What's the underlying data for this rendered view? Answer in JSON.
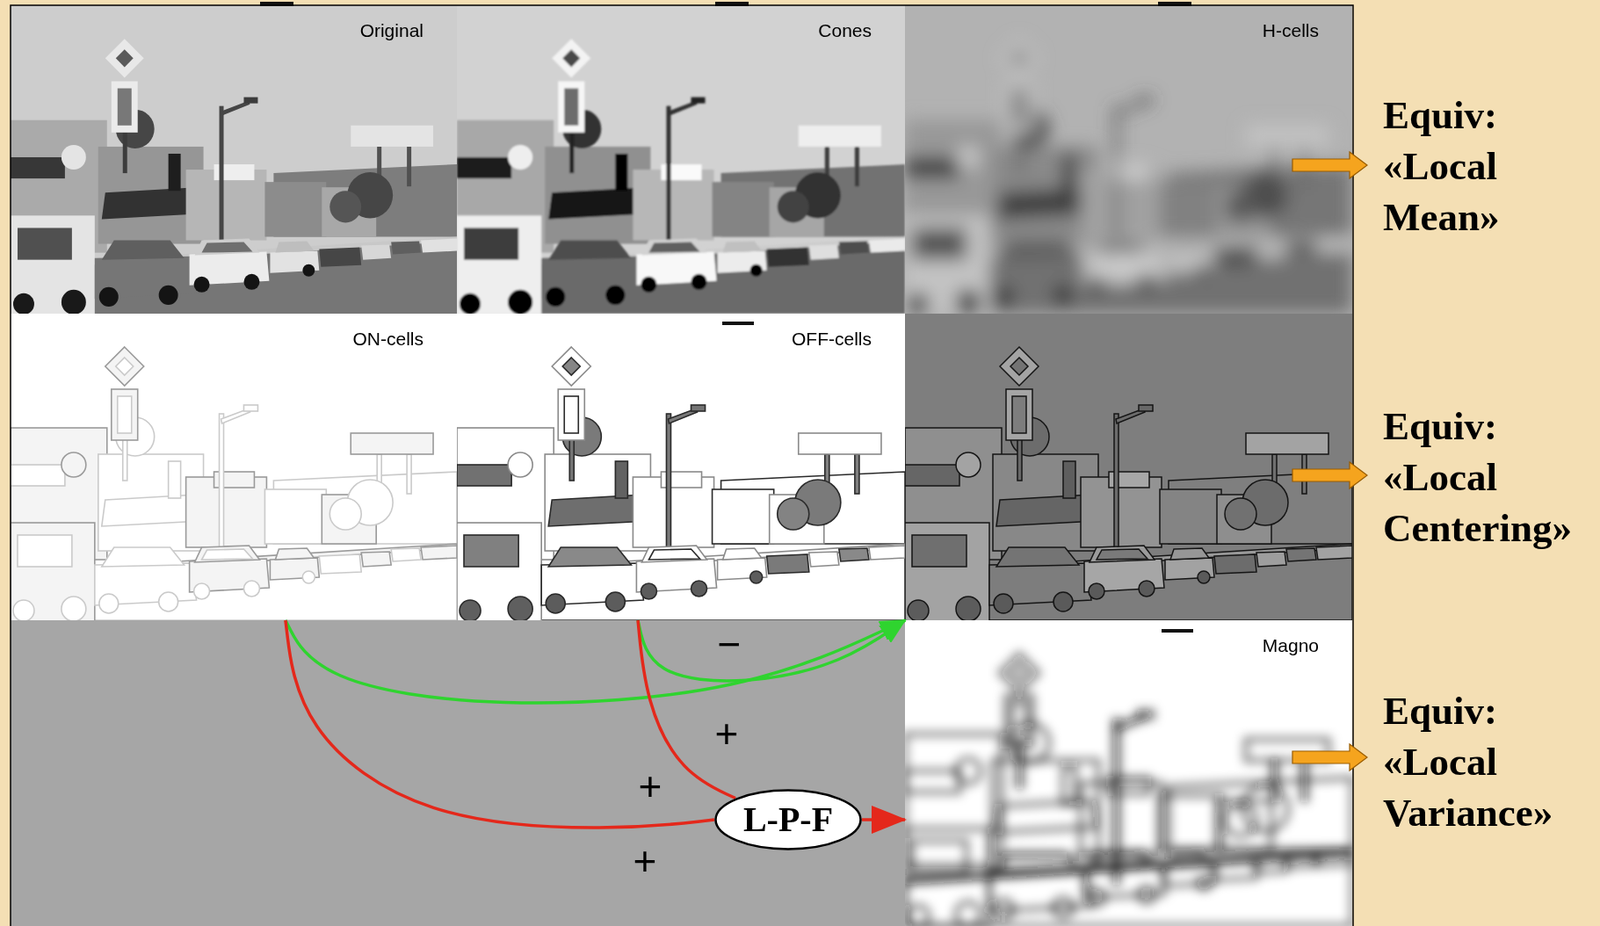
{
  "diagram": {
    "nodes": [
      {
        "text": [
          "Original"
        ]
      },
      {
        "text": [
          "Cones"
        ]
      },
      {
        "text": [
          "H-cells",
          "Equiv: «Local Mean»"
        ]
      },
      {
        "text": [
          "ON-cells"
        ]
      },
      {
        "text": [
          "OFF-cells"
        ]
      },
      {
        "text": [
          "Equiv: «Local Centering»"
        ]
      },
      {
        "text": [
          "L-P-F"
        ]
      },
      {
        "text": [
          "Magno",
          "Equiv: «Local Variance»"
        ]
      }
    ],
    "edges": [
      {
        "from": 3,
        "to": 5,
        "arrow": "to",
        "label": "+"
      },
      {
        "from": 4,
        "to": 5,
        "arrow": "to",
        "label": "−"
      },
      {
        "from": 3,
        "to": 6,
        "arrow": "none",
        "label": "+"
      },
      {
        "from": 4,
        "to": 6,
        "arrow": "none",
        "label": "+"
      },
      {
        "from": 6,
        "to": 7,
        "arrow": "to"
      }
    ]
  }
}
